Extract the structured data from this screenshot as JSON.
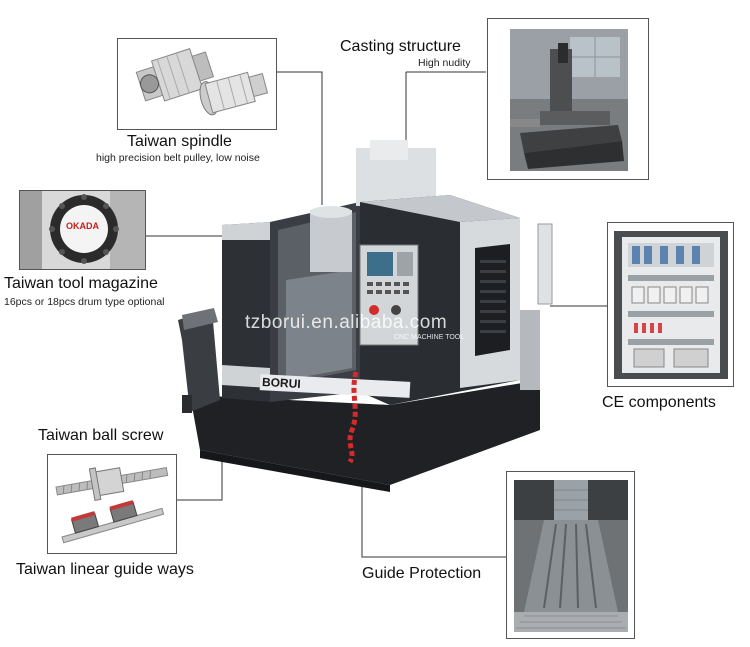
{
  "callouts": {
    "spindle": {
      "title": "Taiwan spindle",
      "subtitle": "high precision belt pulley, low noise"
    },
    "casting": {
      "title": "Casting structure",
      "subtitle": "High nudity"
    },
    "tool_magazine": {
      "title": "Taiwan tool magazine",
      "subtitle": "16pcs or 18pcs drum type optional",
      "brand": "OKADA"
    },
    "ce": {
      "title": "CE components"
    },
    "ball_screw": {
      "title": "Taiwan ball screw"
    },
    "linear_guide": {
      "title": "Taiwan linear guide ways"
    },
    "guide_protection": {
      "title": "Guide Protection"
    }
  },
  "machine": {
    "brand": "BORUI",
    "watermark_main": "tzborui.en.alibaba.com",
    "watermark_sub": "CNC MACHINE TOOL"
  },
  "colors": {
    "machine_body": "#2b2e34",
    "machine_panel": "#c9ccd0",
    "accent_red": "#d42a2a",
    "connector": "#333333"
  }
}
